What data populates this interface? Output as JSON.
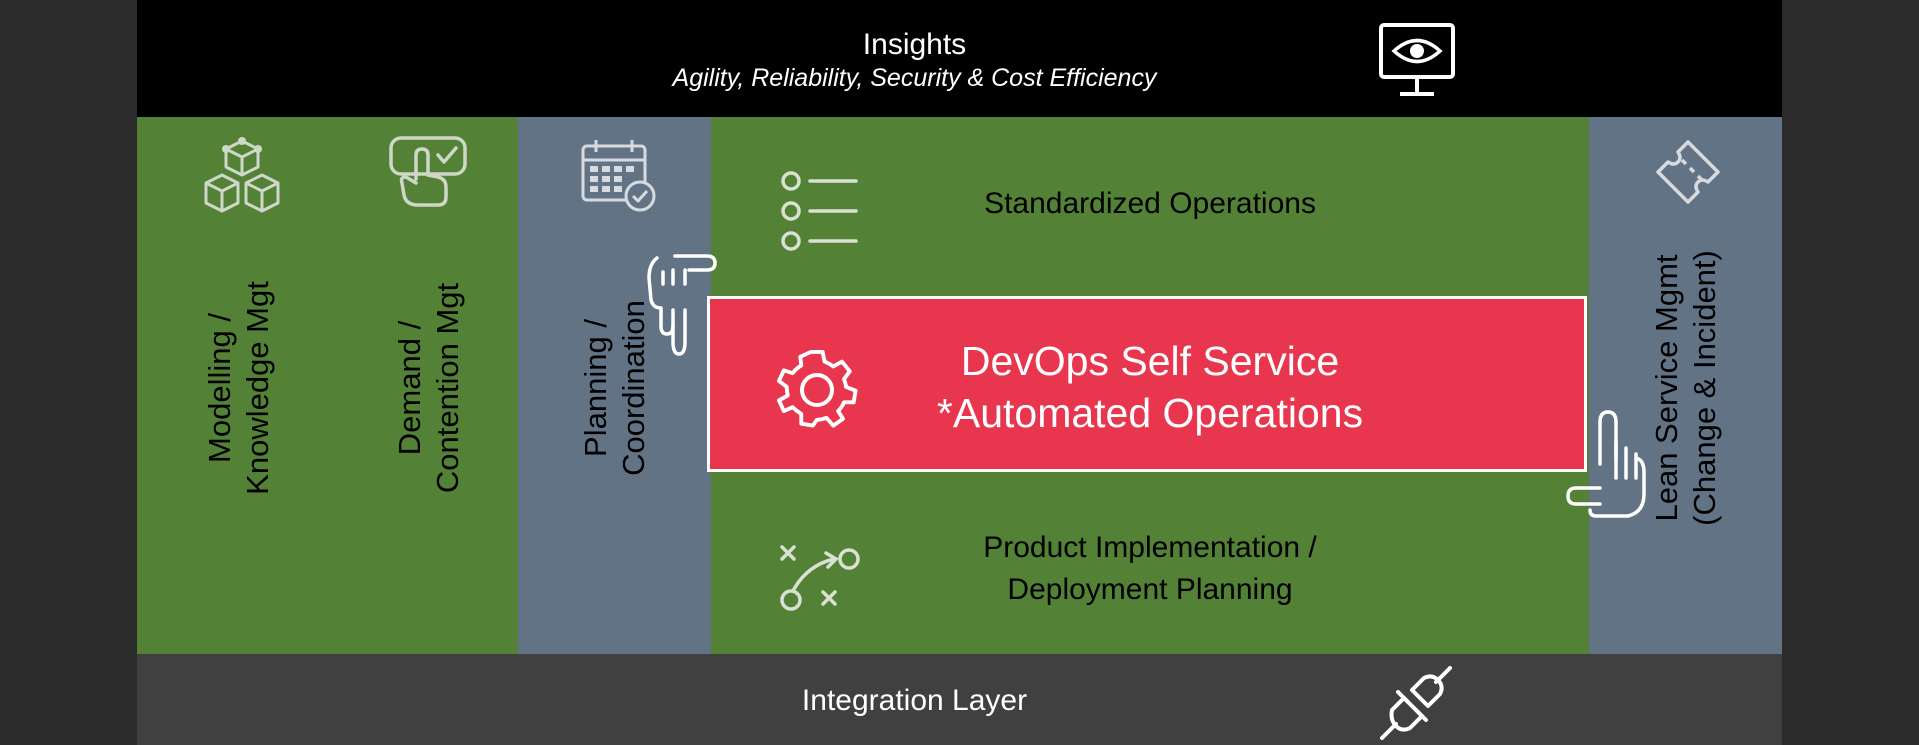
{
  "insights": {
    "title": "Insights",
    "subtitle": "Agility, Reliability, Security & Cost Efficiency",
    "icon": "monitor-eye-icon"
  },
  "columns": {
    "modelling": {
      "line1": "Modelling /",
      "line2": "Knowledge Mgt",
      "icon": "cubes-network-icon"
    },
    "demand": {
      "line1": "Demand /",
      "line2": "Contention Mgt",
      "icon": "hand-check-icon"
    },
    "planning": {
      "line1": "Planning /",
      "line2": "Coordination",
      "icon": "calendar-check-icon"
    },
    "lean": {
      "line1": "Lean Service Mgmt",
      "line2": "(Change & Incident)",
      "icon": "ticket-icon"
    }
  },
  "center": {
    "standardized": {
      "label": "Standardized Operations",
      "icon": "checklist-icon"
    },
    "devops": {
      "line1": "DevOps Self Service",
      "line2": "*Automated Operations",
      "icon": "gear-icon"
    },
    "product": {
      "line1": "Product Implementation /",
      "line2": "Deployment Planning",
      "icon": "strategy-play-icon"
    }
  },
  "integration": {
    "title": "Integration Layer",
    "icon": "plug-connector-icon"
  },
  "colors": {
    "green": "#538135",
    "slate": "#637386",
    "red": "#e8364f",
    "black": "#000000",
    "dark_gray": "#404040"
  }
}
